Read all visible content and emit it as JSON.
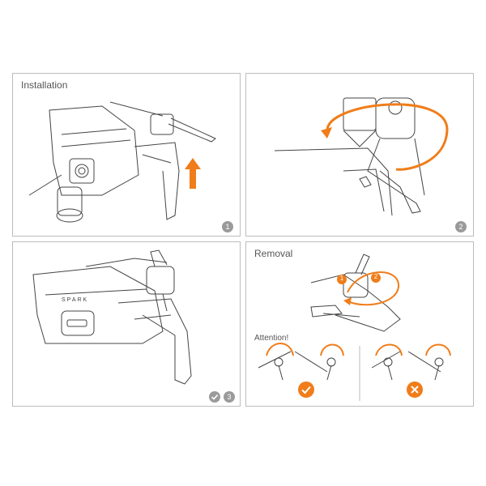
{
  "panels": {
    "install": {
      "title": "Installation",
      "step": "1"
    },
    "rotate": {
      "step": "2"
    },
    "attached": {
      "step": "3"
    },
    "removal": {
      "title": "Removal",
      "attention": "Attention!",
      "step1": "1",
      "step2": "2"
    }
  },
  "drone": {
    "brand_text": "SPARK"
  },
  "colors": {
    "accent": "#F07D1A",
    "line": "#444444",
    "badge": "#9A9A9A",
    "border": "#BDBDBD"
  }
}
